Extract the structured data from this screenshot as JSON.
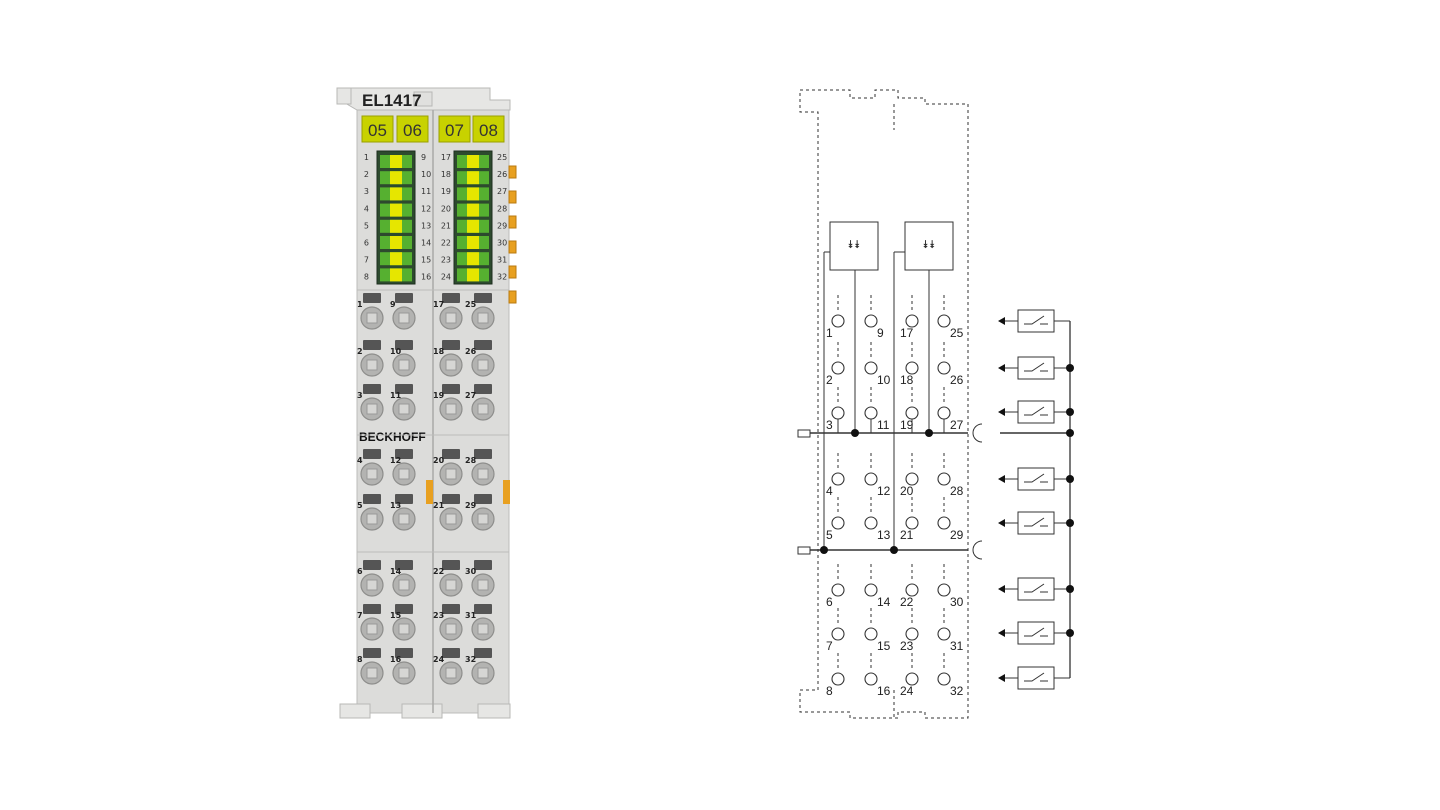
{
  "device": {
    "model": "EL1417",
    "brand": "BECKHOFF",
    "group_labels": [
      "05",
      "06",
      "07",
      "08"
    ],
    "led_labels_left": [
      "1",
      "2",
      "3",
      "4",
      "5",
      "6",
      "7",
      "8"
    ],
    "led_labels_mid_a": [
      "9",
      "10",
      "11",
      "12",
      "13",
      "14",
      "15",
      "16"
    ],
    "led_labels_mid_b": [
      "17",
      "18",
      "19",
      "20",
      "21",
      "22",
      "23",
      "24"
    ],
    "led_labels_right": [
      "25",
      "26",
      "27",
      "28",
      "29",
      "30",
      "31",
      "32"
    ],
    "terminal_rows": [
      [
        "1",
        "9",
        "17",
        "25"
      ],
      [
        "2",
        "10",
        "18",
        "26"
      ],
      [
        "3",
        "11",
        "19",
        "27"
      ],
      [
        "4",
        "12",
        "20",
        "28"
      ],
      [
        "5",
        "13",
        "21",
        "29"
      ],
      [
        "6",
        "14",
        "22",
        "30"
      ],
      [
        "7",
        "15",
        "23",
        "31"
      ],
      [
        "8",
        "16",
        "24",
        "32"
      ]
    ],
    "colors": {
      "housing": "#dcdcda",
      "label_yellow": "#c8d200",
      "led_green": "#56b030",
      "led_yellow": "#e6e600",
      "contact_orange": "#e8a020"
    }
  },
  "schematic": {
    "terminal_labels": [
      [
        "1",
        "9",
        "17",
        "25"
      ],
      [
        "2",
        "10",
        "18",
        "26"
      ],
      [
        "3",
        "11",
        "19",
        "27"
      ],
      [
        "4",
        "12",
        "20",
        "28"
      ],
      [
        "5",
        "13",
        "21",
        "29"
      ],
      [
        "6",
        "14",
        "22",
        "30"
      ],
      [
        "7",
        "15",
        "23",
        "31"
      ],
      [
        "8",
        "16",
        "24",
        "32"
      ]
    ],
    "switch_count": 8
  }
}
